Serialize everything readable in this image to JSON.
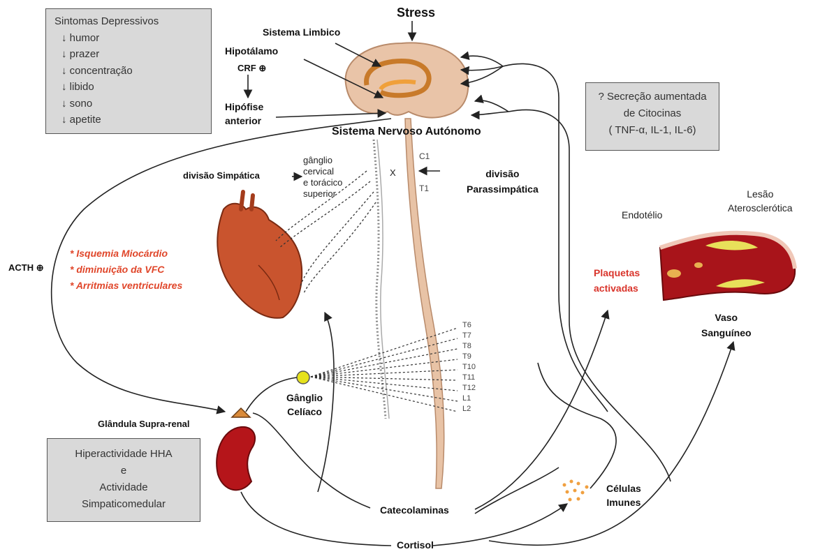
{
  "symptoms": {
    "title": "Sintomas Depressivos",
    "arrow": "↓",
    "items": [
      "humor",
      "prazer",
      "concentração",
      "libido",
      "sono",
      "apetite"
    ]
  },
  "stress": "Stress",
  "limbic": "Sistema Limbico",
  "hypothalamus": "Hipotálamo",
  "crf": "CRF ⊕",
  "pituitary": [
    "Hipófise",
    "anterior"
  ],
  "ans": "Sistema Nervoso Autónomo",
  "cytokines": [
    "? Secreção aumentada",
    "de Citocinas",
    "( TNF-α, IL-1, IL-6)"
  ],
  "sympathetic": "divisão Simpática",
  "ganglion_cervical": [
    "gânglio",
    "cervical",
    "e torácico",
    "superior"
  ],
  "x_mark": "X",
  "parasympathetic": [
    "divisão",
    "Parassimpática"
  ],
  "spinal_levels": [
    "C1",
    "T1",
    "T6",
    "T7",
    "T8",
    "T9",
    "T10",
    "T11",
    "T12",
    "L1",
    "L2"
  ],
  "heart_effects": [
    "* Isquemia Miocárdio",
    "* diminuição da VFC",
    "* Arritmias ventriculares"
  ],
  "acth": "ACTH ⊕",
  "celiac": [
    "Gânglio",
    "Celíaco"
  ],
  "adrenal": "Glândula Supra-renal",
  "hha_box": [
    "Hiperactividade HHA",
    "e",
    "Actividade",
    "Simpaticomedular"
  ],
  "catecholamines": "Catecolaminas",
  "cortisol": "Cortisol",
  "immune": [
    "Células",
    "Imunes"
  ],
  "platelets": [
    "Plaquetas",
    "activadas"
  ],
  "endothelium": "Endotélio",
  "lesion": [
    "Lesão",
    "Aterosclerótica"
  ],
  "vessel": [
    "Vaso",
    "Sanguíneo"
  ],
  "colors": {
    "accent_red": "#e0462a",
    "box_fill": "#d9d9d9",
    "brain": "#e9c4a8",
    "cord": "#e8c3a6",
    "heart": "#c9542e",
    "kidney": "#b5151a",
    "vessel": "#a8141a",
    "plaque": "#e8e05a",
    "celiac": "#e6e21c"
  }
}
